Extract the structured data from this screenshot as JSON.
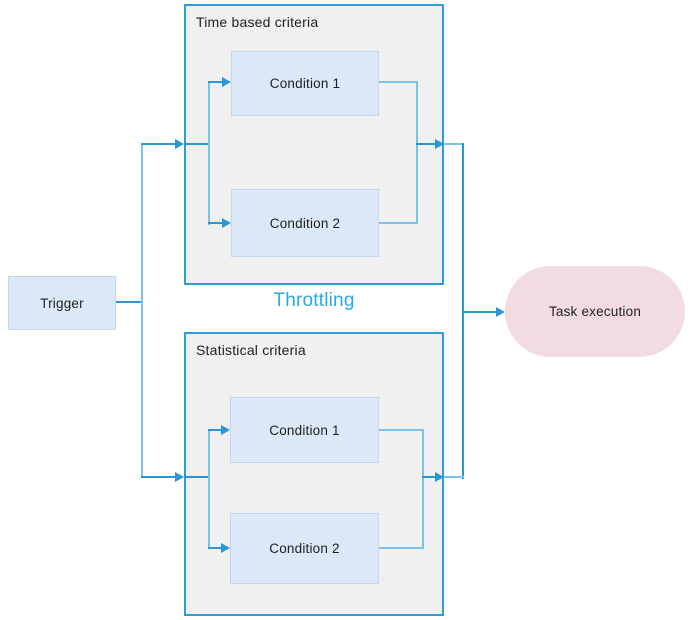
{
  "diagram": {
    "trigger": {
      "label": "Trigger"
    },
    "throttling_label": "Throttling",
    "task": {
      "label": "Task execution"
    },
    "groups": [
      {
        "title": "Time based criteria",
        "conditions": [
          "Condition 1",
          "Condition 2"
        ]
      },
      {
        "title": "Statistical criteria",
        "conditions": [
          "Condition 1",
          "Condition 2"
        ]
      }
    ],
    "colors": {
      "connector": "#2b96d4",
      "connector_light": "#7cc2e8",
      "container_border": "#2e9cd6",
      "container_fill": "#f0f0f0",
      "node_fill": "#dbe8f7",
      "task_fill": "#f2dce2",
      "throttling_text": "#29a8e2",
      "text": "#1f1f1f"
    }
  }
}
